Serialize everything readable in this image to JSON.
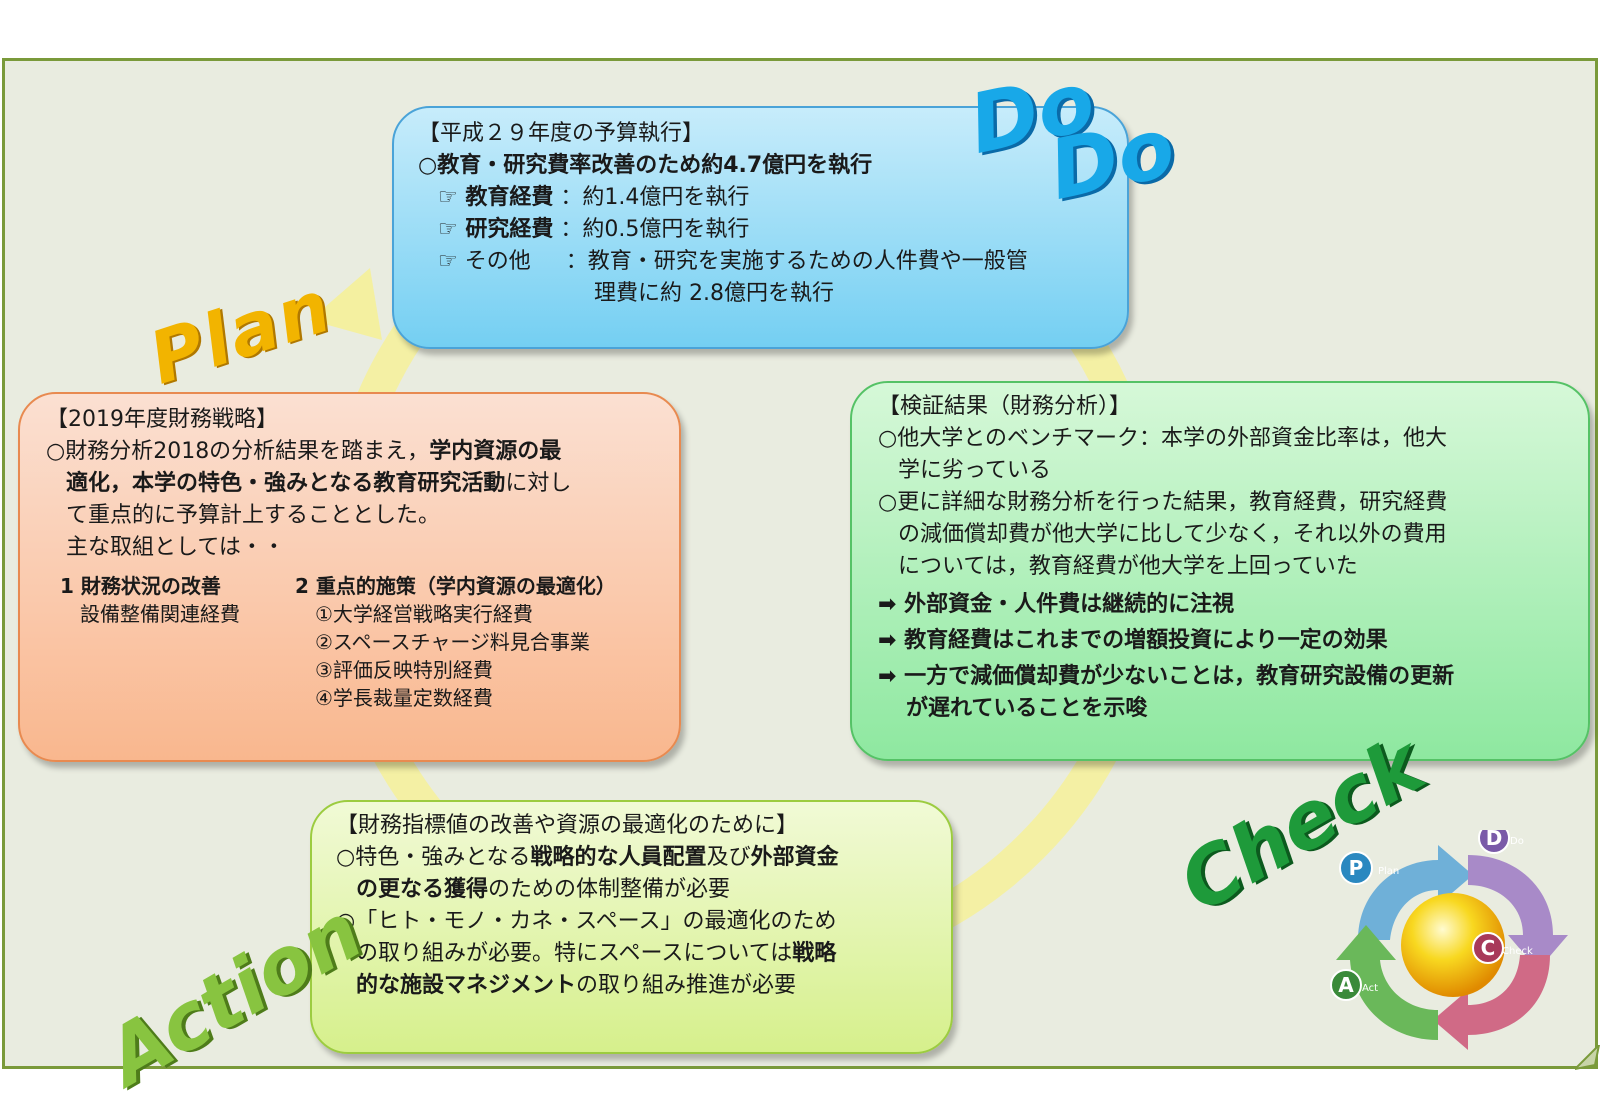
{
  "labels": {
    "plan": "Plan",
    "do_1": "Do",
    "do_2": "Do",
    "check": "Check",
    "action": "Action"
  },
  "do_box": {
    "heading": "【平成２９年度の予算執行】",
    "line1": "○教育・研究費率改善のため約4.7億円を執行",
    "item1_label": "☞ 教育経費",
    "item1_text": "：約1.4億円を執行",
    "item2_label": "☞ 研究経費",
    "item2_text": "：約0.5億円を執行",
    "item3_label": "☞ その他",
    "item3_text": "：教育・研究を実施するための人件費や一般管",
    "item3_cont": "理費に約 2.8億円を執行"
  },
  "plan_box": {
    "heading": "【2019年度財務戦略】",
    "p1_a": "○財務分析2018の分析結果を踏まえ，",
    "p1_b": "学内資源の最",
    "p2_a": "適化，本学の特色・強みとなる教育研究活動",
    "p2_b": "に対し",
    "p3": "て重点的に予算計上することとした。",
    "p4": "主な取組としては・・",
    "col1_title": "1 財務状況の改善",
    "col1_item": "設備整備関連経費",
    "col2_title": "2 重点的施策（学内資源の最適化）",
    "col2_items": [
      "①大学経営戦略実行経費",
      "②スペースチャージ料見合事業",
      "③評価反映特別経費",
      "④学長裁量定数経費"
    ]
  },
  "check_box": {
    "heading": "【検証結果（財務分析）】",
    "p1_line1": "○他大学とのベンチマーク：本学の外部資金比率は，他大",
    "p1_line2": "学に劣っている",
    "p2_line1": "○更に詳細な財務分析を行った結果，教育経費，研究経費",
    "p2_line2": "の減価償却費が他大学に比して少なく，それ以外の費用",
    "p2_line3": "については，教育経費が他大学を上回っていた",
    "c1": "➡ 外部資金・人件費は継続的に注視",
    "c2": "➡ 教育経費はこれまでの増額投資により一定の効果",
    "c3_line1": "➡ 一方で減価償却費が少ないことは，教育研究設備の更新",
    "c3_line2": "が遅れていることを示唆"
  },
  "action_box": {
    "heading": "【財務指標値の改善や資源の最適化のために】",
    "p1_a": "○特色・強みとなる",
    "p1_b": "戦略的な人員配置",
    "p1_c": "及び",
    "p1_d": "外部資金",
    "p2_a": "の更なる獲得",
    "p2_b": "のための体制整備が必要",
    "p3": "○「ヒト・モノ・カネ・スペース」の最適化のため",
    "p4_a": "の取り組みが必要。特にスペースについては",
    "p4_b": "戦略",
    "p5_a": "的な施設マネジメント",
    "p5_b": "の取り組み推進が必要"
  },
  "pdca_logo": {
    "p": "P",
    "d": "D",
    "c": "C",
    "a": "A",
    "p_small": "Plan",
    "d_small": "Do",
    "c_small": "Check",
    "a_small": "Act",
    "colors": {
      "plan": "#6fb0d8",
      "do": "#a88ac8",
      "check": "#d06a86",
      "act": "#6ab85a",
      "center": "#f5c400"
    }
  },
  "colors": {
    "frame_border": "#7a9a3a",
    "frame_bg": "#e9ece0",
    "ring": "#f4f0a0"
  }
}
